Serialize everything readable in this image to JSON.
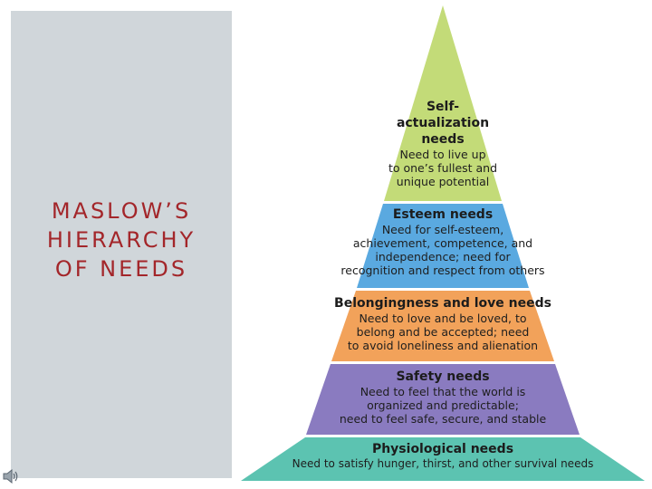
{
  "slide": {
    "title_lines": [
      "MASLOW’S",
      "HIERARCHY",
      "OF NEEDS"
    ]
  },
  "icons": {
    "speaker": "speaker-icon"
  },
  "colors": {
    "title": "#a3262a",
    "panel": "#d0d6da",
    "self_actualization": "#c3db78",
    "esteem": "#5aa9e0",
    "belonging": "#f2a25a",
    "safety": "#8a7bc0",
    "physiological": "#5cc3b1"
  },
  "pyramid": {
    "tiers": [
      {
        "title": "Self-\nactualization\nneeds",
        "desc": "Need to live up\nto one’s fullest and\nunique potential"
      },
      {
        "title": "Esteem needs",
        "desc": "Need for self-esteem,\nachievement, competence, and\nindependence; need for\nrecognition and respect from others"
      },
      {
        "title": "Belongingness and love needs",
        "desc": "Need to love and be loved, to\nbelong and be accepted; need\nto avoid loneliness and alienation"
      },
      {
        "title": "Safety needs",
        "desc": "Need to feel that the world is\norganized and predictable;\nneed to feel safe, secure, and stable"
      },
      {
        "title": "Physiological needs",
        "desc": "Need to satisfy hunger, thirst, and other survival needs"
      }
    ]
  }
}
